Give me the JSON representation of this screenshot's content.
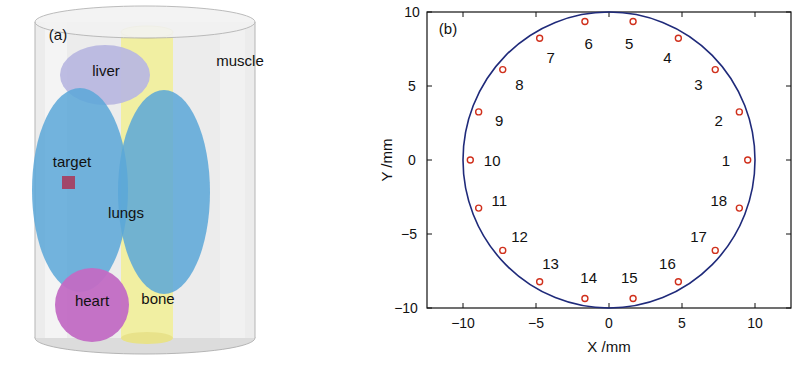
{
  "diagram": {
    "labels": [
      "(a)",
      "liver",
      "muscle",
      "target",
      "lungs",
      "heart",
      "bone",
      "(b)",
      "10",
      "5",
      "0",
      "−5",
      "−10",
      "−10",
      "−5",
      "0",
      "5",
      "10",
      "Y /mm",
      "X /mm",
      "1",
      "2",
      "3",
      "4",
      "5",
      "6",
      "7",
      "8",
      "9",
      "10",
      "11",
      "12",
      "13",
      "14",
      "15",
      "16",
      "17",
      "18"
    ]
  }
}
